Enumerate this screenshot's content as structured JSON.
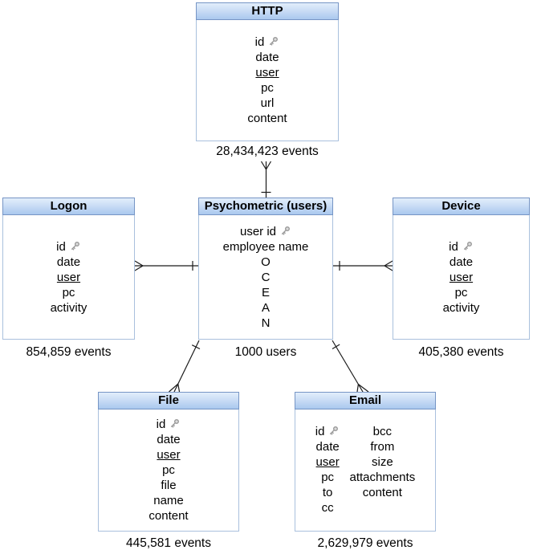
{
  "diagram_type": "entity-relationship",
  "colors": {
    "header_gradient_top": "#e2eefb",
    "header_gradient_bottom": "#a9c8ee",
    "header_border": "#7695c5",
    "body_border": "#a9c0dd",
    "connector": "#1a1a1a",
    "key_icon": "#9a9a9a",
    "text": "#000000"
  },
  "entities": [
    {
      "id": "http",
      "title": "HTTP",
      "caption": "28,434,423 events",
      "fields": [
        {
          "label": "id",
          "key": true
        },
        {
          "label": "date"
        },
        {
          "label": "user",
          "underline": true
        },
        {
          "label": "pc"
        },
        {
          "label": "url"
        },
        {
          "label": "content"
        }
      ]
    },
    {
      "id": "logon",
      "title": "Logon",
      "caption": "854,859 events",
      "fields": [
        {
          "label": "id",
          "key": true
        },
        {
          "label": "date"
        },
        {
          "label": "user",
          "underline": true
        },
        {
          "label": "pc"
        },
        {
          "label": "activity"
        }
      ]
    },
    {
      "id": "psychometric",
      "title": "Psychometric (users)",
      "caption": "1000 users",
      "fields": [
        {
          "label": "user id",
          "key": true
        },
        {
          "label": "employee name"
        },
        {
          "label": "O"
        },
        {
          "label": "C"
        },
        {
          "label": "E"
        },
        {
          "label": "A"
        },
        {
          "label": "N"
        }
      ]
    },
    {
      "id": "device",
      "title": "Device",
      "caption": "405,380 events",
      "fields": [
        {
          "label": "id",
          "key": true
        },
        {
          "label": "date"
        },
        {
          "label": "user",
          "underline": true
        },
        {
          "label": "pc"
        },
        {
          "label": "activity"
        }
      ]
    },
    {
      "id": "file",
      "title": "File",
      "caption": "445,581 events",
      "fields": [
        {
          "label": "id",
          "key": true
        },
        {
          "label": "date"
        },
        {
          "label": "user",
          "underline": true
        },
        {
          "label": "pc"
        },
        {
          "label": "file"
        },
        {
          "label": "name"
        },
        {
          "label": "content"
        }
      ]
    },
    {
      "id": "email",
      "title": "Email",
      "caption": "2,629,979 events",
      "fields_left": [
        {
          "label": "id",
          "key": true
        },
        {
          "label": "date"
        },
        {
          "label": "user",
          "underline": true
        },
        {
          "label": "pc"
        },
        {
          "label": "to"
        },
        {
          "label": "cc"
        }
      ],
      "fields_right": [
        {
          "label": "bcc"
        },
        {
          "label": "from"
        },
        {
          "label": "size"
        },
        {
          "label": "attachments"
        },
        {
          "label": "content"
        }
      ]
    }
  ],
  "relationships": [
    {
      "from": "HTTP",
      "to": "Psychometric (users)",
      "from_cardinality": "many",
      "to_cardinality": "one"
    },
    {
      "from": "Logon",
      "to": "Psychometric (users)",
      "from_cardinality": "many",
      "to_cardinality": "one"
    },
    {
      "from": "Device",
      "to": "Psychometric (users)",
      "from_cardinality": "many",
      "to_cardinality": "one"
    },
    {
      "from": "File",
      "to": "Psychometric (users)",
      "from_cardinality": "many",
      "to_cardinality": "one"
    },
    {
      "from": "Email",
      "to": "Psychometric (users)",
      "from_cardinality": "many",
      "to_cardinality": "one"
    }
  ]
}
